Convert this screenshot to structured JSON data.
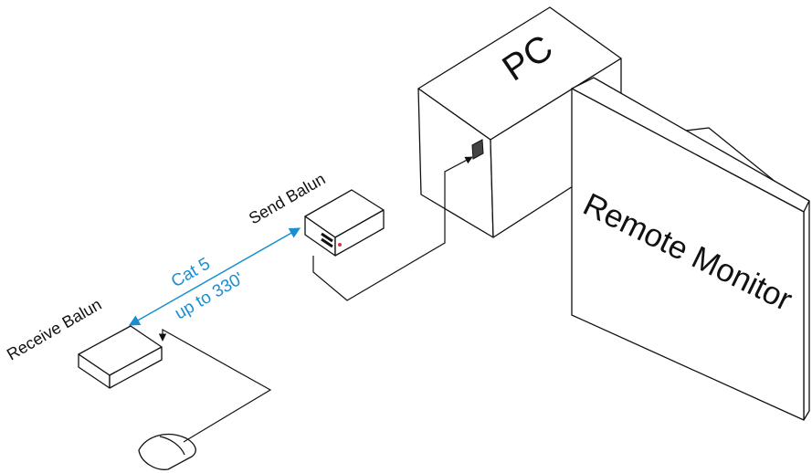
{
  "labels": {
    "pc": "PC",
    "monitor": "Remote Monitor",
    "send_balun": "Send Balun",
    "receive_balun": "Receive Balun",
    "cable_type": "Cat 5",
    "cable_length": "up to 330'"
  },
  "colors": {
    "line": "#111111",
    "cable_accent": "#1a8fd0",
    "balun_led": "#d23b2f"
  },
  "icons": [
    "pc-tower-icon",
    "monitor-icon",
    "send-balun-icon",
    "receive-balun-icon",
    "mouse-icon"
  ]
}
